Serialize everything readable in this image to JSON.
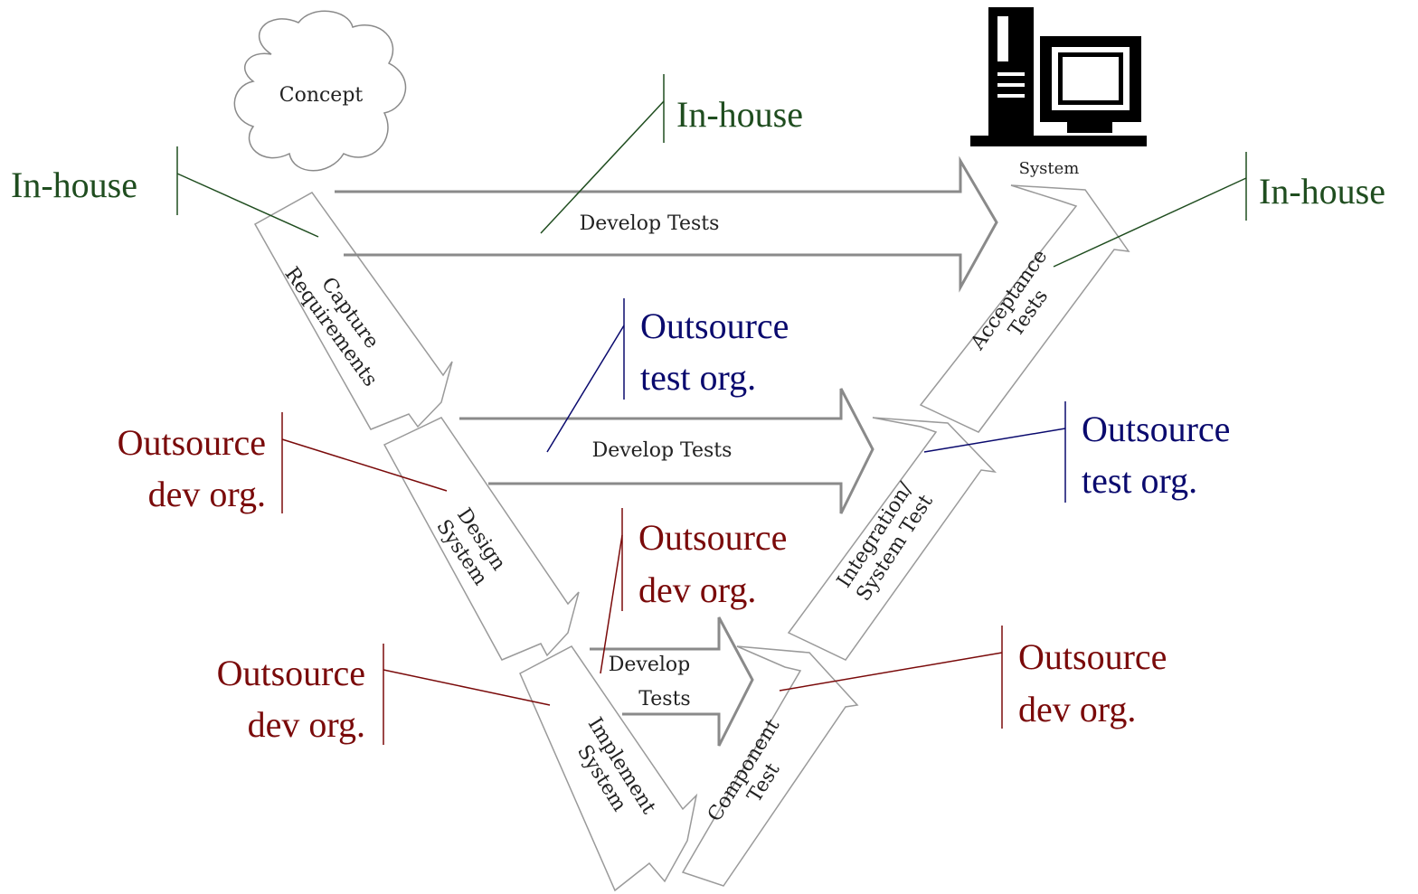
{
  "concept": {
    "label": "Concept"
  },
  "system": {
    "label": "System"
  },
  "stages": {
    "capture_requirements": [
      "Capture",
      "Requirements"
    ],
    "design_system": [
      "Design",
      "System"
    ],
    "implement_system": [
      "Implement",
      "System"
    ],
    "component_test": [
      "Component",
      "Test"
    ],
    "integration_system_test": [
      "Integration/",
      "System Test"
    ],
    "acceptance_tests": [
      "Acceptance",
      "Tests"
    ]
  },
  "test_arrows": {
    "top": "Develop Tests",
    "middle": "Develop Tests",
    "bottom": [
      "Develop",
      "Tests"
    ]
  },
  "annotations": {
    "inhouse_left": "In-house",
    "inhouse_top": "In-house",
    "inhouse_right": "In-house",
    "outsource_test_mid": [
      "Outsource",
      "test org."
    ],
    "outsource_test_right": [
      "Outsource",
      "test org."
    ],
    "outsource_dev_left": [
      "Outsource",
      "dev org."
    ],
    "outsource_dev_mid": [
      "Outsource",
      "dev org."
    ],
    "outsource_dev_lower_left": [
      "Outsource",
      "dev org."
    ],
    "outsource_dev_lower_right": [
      "Outsource",
      "dev org."
    ]
  },
  "colors": {
    "inhouse": "#1f4d1f",
    "outsource_test": "#0a0a6e",
    "outsource_dev": "#7a0a0a"
  }
}
